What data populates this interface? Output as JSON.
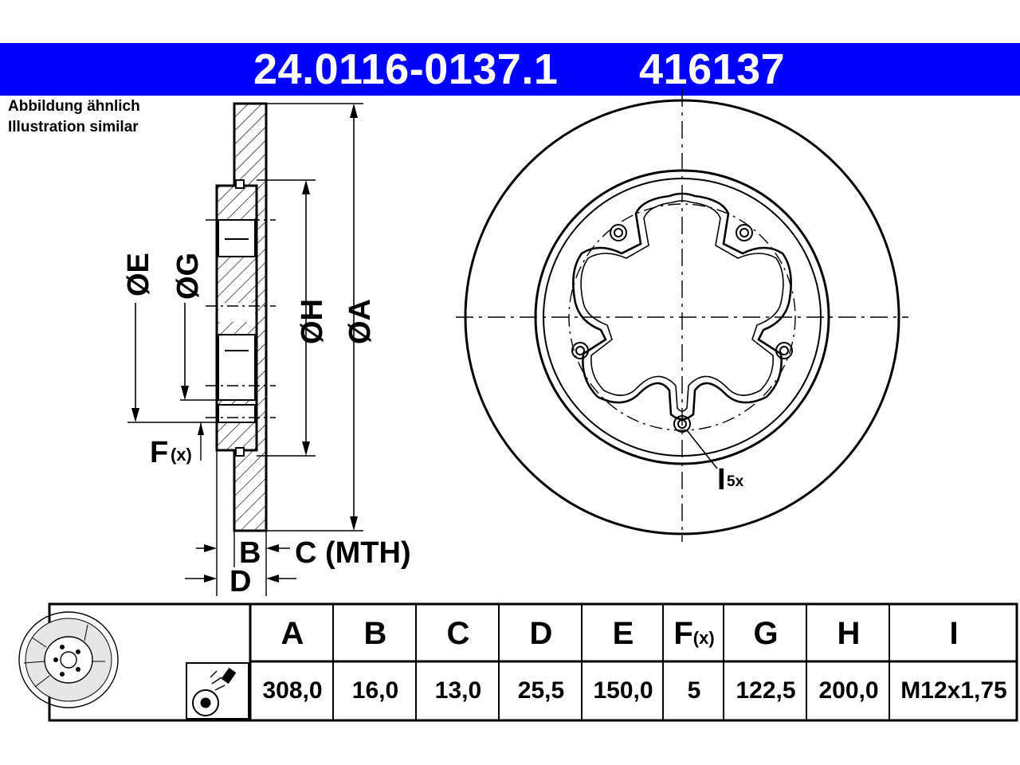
{
  "header": {
    "part_number": "24.0116-0137.1",
    "reference_number": "416137",
    "background": "#0000ff",
    "text_color": "#ffffff"
  },
  "captions": {
    "german": "Abbildung ähnlich",
    "english": "Illustration similar"
  },
  "section_labels": {
    "dia_E": "ØE",
    "dia_G": "ØG",
    "dia_H": "ØH",
    "dia_A": "ØA",
    "offset_F": "F",
    "offset_F_sub": "(x)",
    "thickness_B": "B",
    "min_thickness_C": "C (MTH)",
    "height_D": "D"
  },
  "front_labels": {
    "thread_I": "I",
    "thread_count": "5x"
  },
  "table": {
    "columns": [
      {
        "key": "A",
        "label": "A",
        "sub": "",
        "value": "308,0"
      },
      {
        "key": "B",
        "label": "B",
        "sub": "",
        "value": "16,0"
      },
      {
        "key": "C",
        "label": "C",
        "sub": "",
        "value": "13,0"
      },
      {
        "key": "D",
        "label": "D",
        "sub": "",
        "value": "25,5"
      },
      {
        "key": "E",
        "label": "E",
        "sub": "",
        "value": "150,0"
      },
      {
        "key": "F",
        "label": "F",
        "sub": "(x)",
        "value": "5"
      },
      {
        "key": "G",
        "label": "G",
        "sub": "",
        "value": "122,5"
      },
      {
        "key": "H",
        "label": "H",
        "sub": "",
        "value": "200,0"
      },
      {
        "key": "I",
        "label": "I",
        "sub": "",
        "value": "M12x1,75"
      }
    ]
  },
  "icons": {
    "brake_disc_thumbnail": "brake-disc-icon",
    "spray_cleaning": "spray-can-icon"
  }
}
